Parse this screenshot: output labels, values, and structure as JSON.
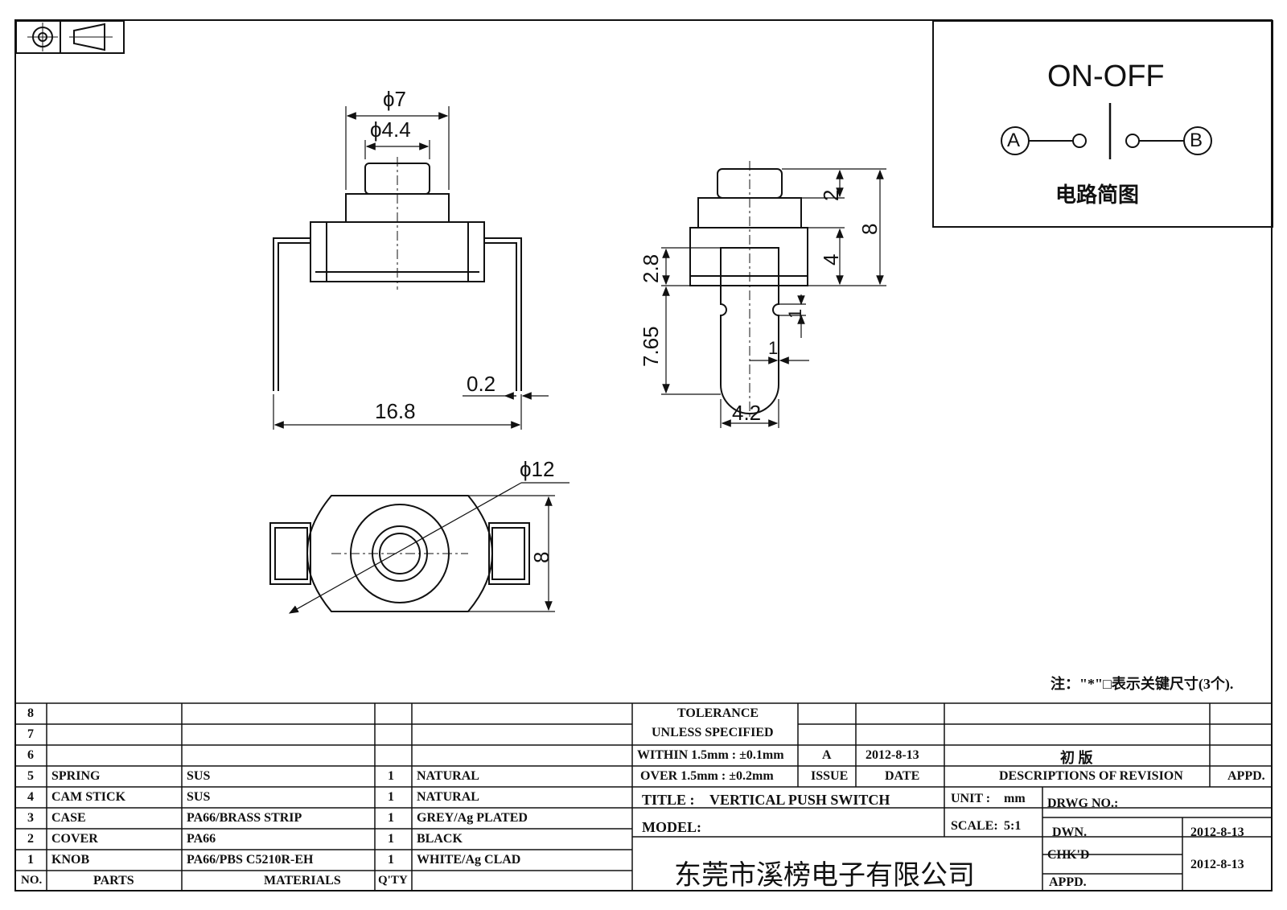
{
  "circuit": {
    "title": "ON-OFF",
    "terminal_a": "A",
    "terminal_b": "B",
    "caption": "电路简图"
  },
  "dimensions": {
    "d_outer": "ϕ7",
    "d_inner": "ϕ4.4",
    "width": "16.8",
    "pin_thickness": "0.2",
    "side_top": "2",
    "side_mid": "4",
    "side_total": "8",
    "side_left_top": "2.8",
    "side_left_bottom": "7.65",
    "slot_height": "1",
    "slot_width": "1",
    "pin_width": "4.2",
    "d_body": "ϕ12",
    "body_height": "8"
  },
  "note": "注：\"*\"□表示关键尺寸(3个).",
  "parts_table": {
    "header": {
      "no": "NO.",
      "parts": "PARTS",
      "materials": "MATERIALS",
      "qty": "Q'TY"
    },
    "rows": [
      {
        "no": "8",
        "part": "",
        "material": "",
        "qty": "",
        "finish": ""
      },
      {
        "no": "7",
        "part": "",
        "material": "",
        "qty": "",
        "finish": ""
      },
      {
        "no": "6",
        "part": "",
        "material": "",
        "qty": "",
        "finish": ""
      },
      {
        "no": "5",
        "part": "SPRING",
        "material": "SUS",
        "qty": "1",
        "finish": "NATURAL"
      },
      {
        "no": "4",
        "part": "CAM STICK",
        "material": "SUS",
        "qty": "1",
        "finish": "NATURAL"
      },
      {
        "no": "3",
        "part": "CASE",
        "material": "PA66/BRASS STRIP",
        "qty": "1",
        "finish": "GREY/Ag PLATED"
      },
      {
        "no": "2",
        "part": "COVER",
        "material": "PA66",
        "qty": "1",
        "finish": "BLACK"
      },
      {
        "no": "1",
        "part": "KNOB",
        "material": "PA66/PBS C5210R-EH",
        "qty": "1",
        "finish": "WHITE/Ag CLAD"
      }
    ]
  },
  "title_block": {
    "tolerance_line1": "TOLERANCE",
    "tolerance_line2": "UNLESS  SPECIFIED",
    "within": "WITHIN 1.5mm : ±0.1mm",
    "over": "OVER 1.5mm : ±0.2mm",
    "issue_value": "A",
    "issue_date": "2012-8-13",
    "revision_desc": "初  版",
    "issue_label": "ISSUE",
    "date_label": "DATE",
    "desc_label": "DESCRIPTIONS OF REVISION",
    "appd_label": "APPD.",
    "title_label": "TITLE :",
    "title_value": "VERTICAL PUSH SWITCH",
    "unit_label": "UNIT :",
    "unit_value": "mm",
    "drwg_label": "DRWG NO.:",
    "model_label": "MODEL:",
    "scale_label": "SCALE:",
    "scale_value": "5:1",
    "dwn_label": "DWN.",
    "dwn_date": "2012-8-13",
    "chk_label": "CHK'D",
    "chk_date": "2012-8-13",
    "appd2_label": "APPD.",
    "company": "东莞市溪榜电子有限公司"
  }
}
